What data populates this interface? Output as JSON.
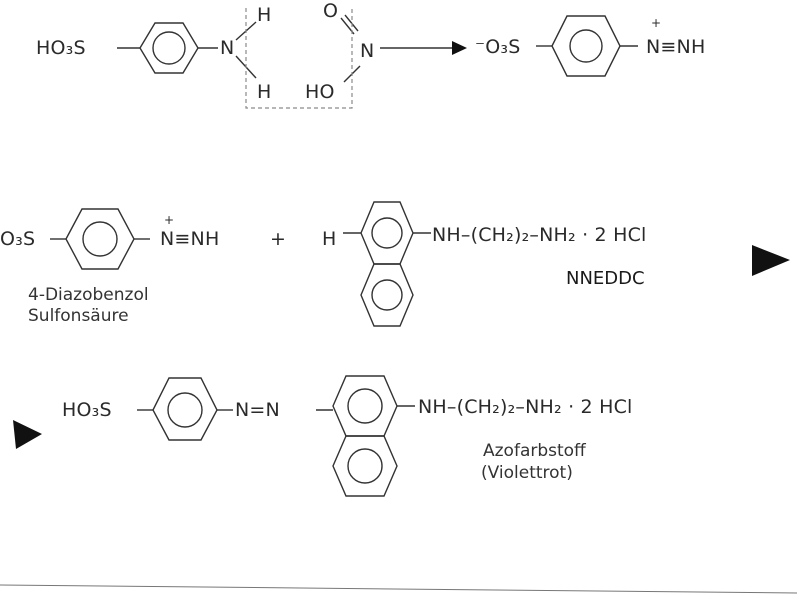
{
  "reaction_1": {
    "reactant_left_group": "HO₃S",
    "amine_n": "N",
    "amine_h_top": "H",
    "amine_h_bottom": "H",
    "nitrous_o": "O",
    "nitrous_n": "N",
    "nitrous_ho": "HO",
    "product_group": "⁻O₃S",
    "product_charge": "+",
    "product_diazo": "N≡NH"
  },
  "reaction_2": {
    "reactant_group": "O₃S",
    "reactant_charge": "+",
    "reactant_diazo": "N≡NH",
    "reactant_name_line1": "4-Diazobenzol",
    "reactant_name_line2": "Sulfonsäure",
    "plus": "+",
    "coupler_h": "H",
    "coupler_chain": "NH–(CH₂)₂–NH₂ · 2 HCl",
    "coupler_name": "NNEDDC"
  },
  "reaction_3": {
    "product_left_group": "HO₃S",
    "azo_link": "N=N",
    "product_chain": "NH–(CH₂)₂–NH₂ · 2 HCl",
    "product_name_line1": "Azofarbstoff",
    "product_name_line2": "(Violettrot)"
  },
  "colors": {
    "ink": "#2a2a2a",
    "dashed_box": "#8a8a8a",
    "background": "#ffffff"
  }
}
